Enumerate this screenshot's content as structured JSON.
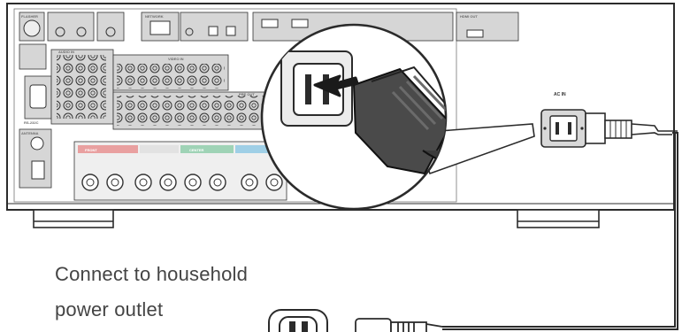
{
  "caption_lines": [
    "Connect to household",
    "power outlet"
  ],
  "ac_in_label": "AC IN",
  "panel_labels": {
    "rs232c": "RS-232C",
    "antenna": "ANTENNA",
    "preout": "PRE OUT",
    "hdmi_out": "HDMI OUT",
    "front": "FRONT",
    "center": "CENTER",
    "audio_in": "AUDIO IN",
    "video_in": "VIDEO IN",
    "flasher": "FLASHER",
    "network": "NETWORK"
  },
  "colors": {
    "outline": "#2b2b2b",
    "panel_gray": "#c9c9c9",
    "light_gray": "#e2e2e2",
    "front_red": "#e9a0a0",
    "center_green": "#9fd3b6",
    "surround_blue": "#9fcfe6",
    "arrow_black": "#1a1a1a",
    "caption_text": "#444444"
  },
  "icons": [
    "ac-inlet-icon",
    "power-plug-icon",
    "wall-outlet-icon",
    "insert-arrow-icon"
  ]
}
